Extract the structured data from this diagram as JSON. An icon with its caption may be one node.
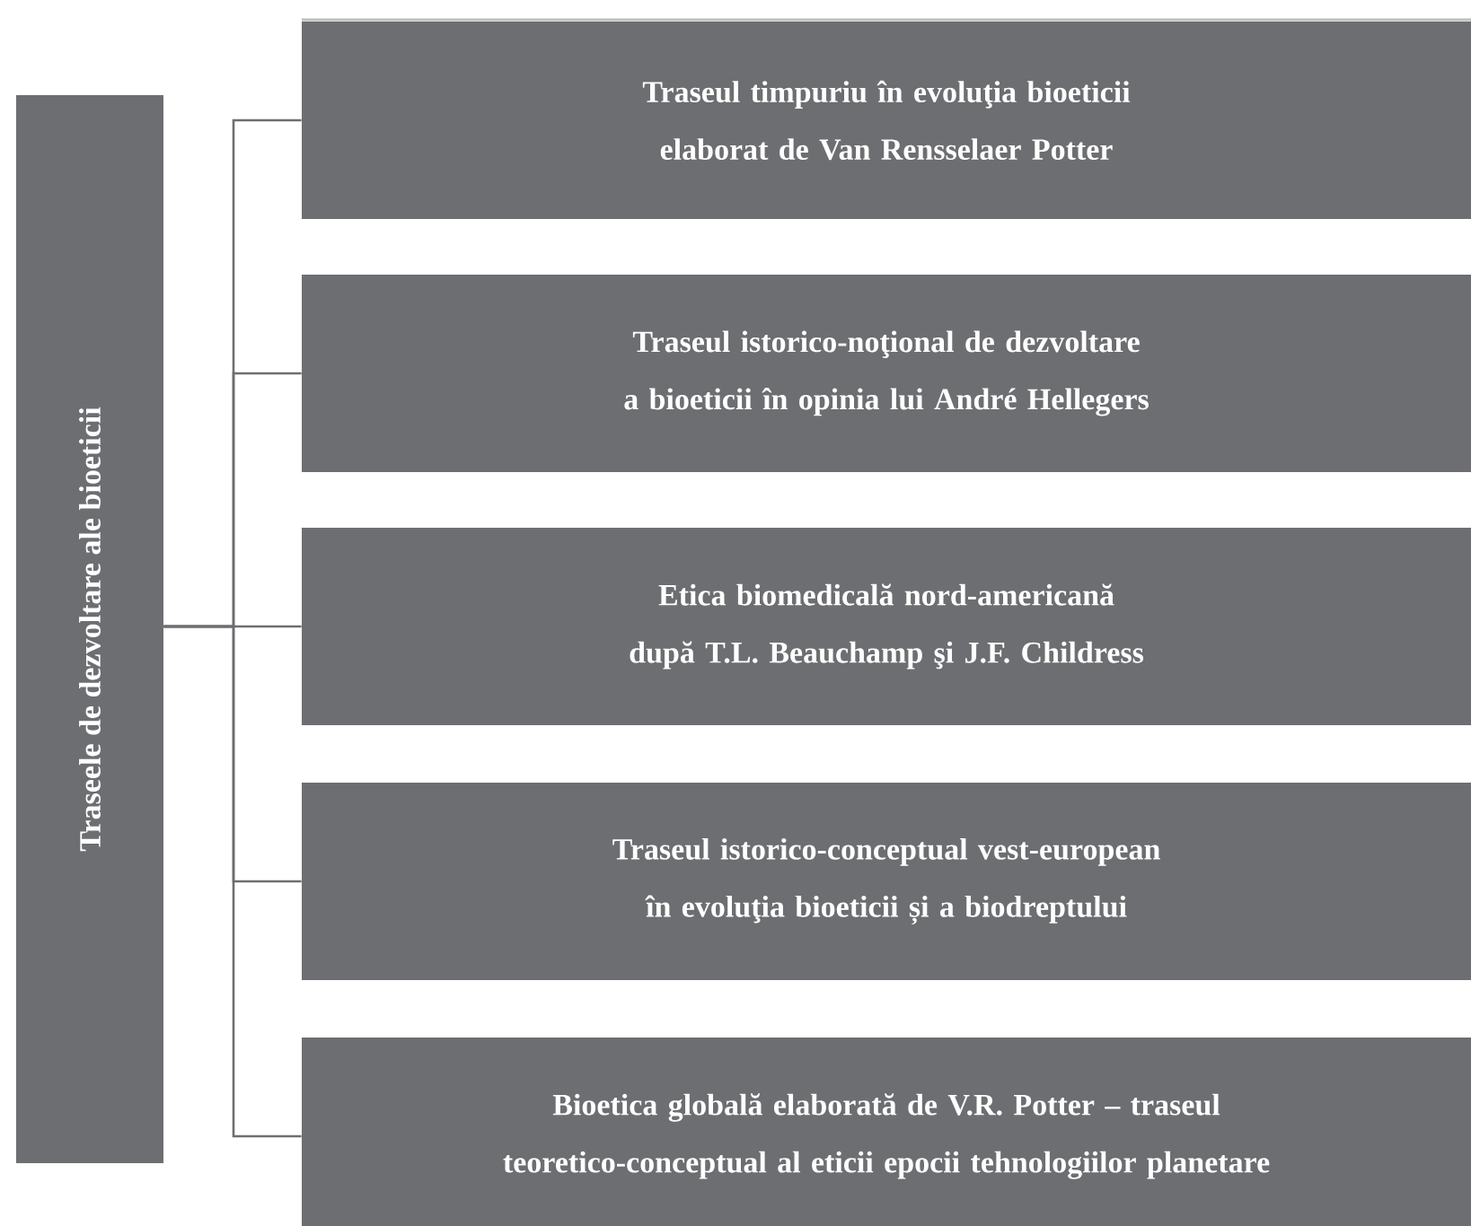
{
  "diagram": {
    "nodes": [
      {
        "text": [
          "Traseele de dezvoltare ale bioeticii"
        ]
      },
      {
        "text": [
          "Traseul timpuriu în evoluţia bioeticii elaborat de Van Rensselaer Potter"
        ]
      },
      {
        "text": [
          "Traseul istorico-noţional de dezvoltare a bioeticii în opinia lui André Hellegers"
        ]
      },
      {
        "text": [
          "Etica biomedicală nord-americană după T.L. Beauchamp şi J.F. Childress"
        ]
      },
      {
        "text": [
          "Traseul istorico-conceptual vest-european în evoluţia bioeticii și a biodreptului"
        ]
      },
      {
        "text": [
          "Bioetica globală elaborată de V.R. Potter – traseul teoretico-conceptual al eticii epocii tehnologiilor planetare"
        ]
      }
    ],
    "edges": [
      {
        "from": 0,
        "to": 1,
        "arrow": "none"
      },
      {
        "from": 0,
        "to": 2,
        "arrow": "none"
      },
      {
        "from": 0,
        "to": 3,
        "arrow": "none"
      },
      {
        "from": 0,
        "to": 4,
        "arrow": "none"
      },
      {
        "from": 0,
        "to": 5,
        "arrow": "none"
      }
    ]
  }
}
